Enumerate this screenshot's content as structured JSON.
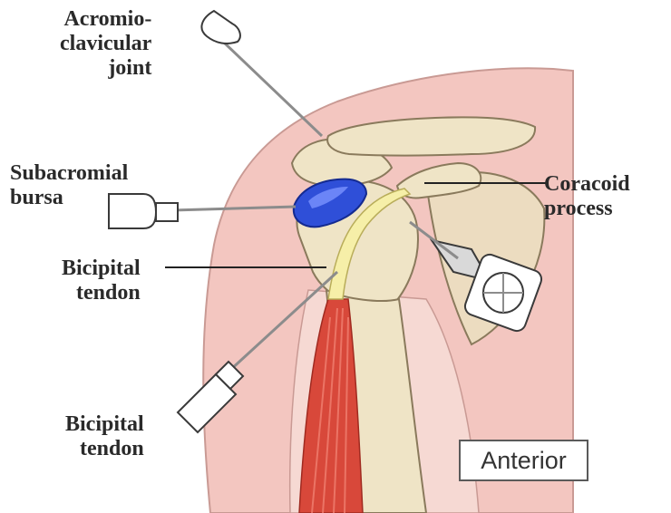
{
  "labels": {
    "acromioclavicular": [
      "Acromio-",
      "clavicular",
      "joint"
    ],
    "subacromial": [
      "Subacromial",
      "bursa"
    ],
    "bicipital_upper": [
      "Bicipital",
      "tendon"
    ],
    "bicipital_lower": [
      "Bicipital",
      "tendon"
    ],
    "coracoid": [
      "Coracoid",
      "process"
    ]
  },
  "view_label": "Anterior",
  "colors": {
    "skin": "#f3c6c0",
    "bone": "#efe4c6",
    "bone_outline": "#8a7a5c",
    "bursa": "#2f4fd8",
    "tendon": "#f6efa8",
    "muscle": "#d8483a",
    "needle": "#8c8c8c",
    "line": "#222222"
  }
}
